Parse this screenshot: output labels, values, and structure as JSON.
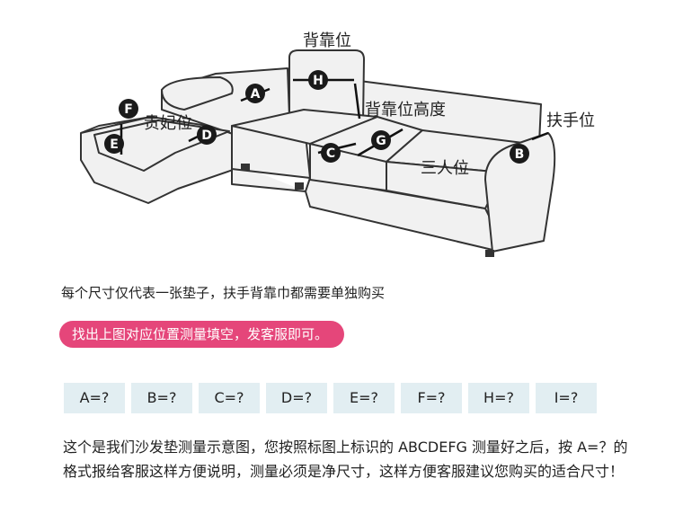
{
  "diagram": {
    "labels": {
      "backrest": "背靠位",
      "backrest_height": "背靠位高度",
      "armrest": "扶手位",
      "chaise": "贵妃位",
      "three_seat": "三人位"
    },
    "markers": [
      "A",
      "B",
      "C",
      "D",
      "E",
      "F",
      "G",
      "H"
    ]
  },
  "notice": "每个尺寸仅代表一张垫子，扶手背靠巾都需要单独购买",
  "banner": "找出上图对应位置测量填空，发客服即可。",
  "fields": [
    "A=?",
    "B=?",
    "C=?",
    "D=?",
    "E=?",
    "F=?",
    "H=?",
    "I=?"
  ],
  "description": "这个是我们沙发垫测量示意图，您按照标图上标识的 ABCDEFG 测量好之后，按 A=？的格式报给客服这样方便说明，测量必须是净尺寸，这样方便客服建议您购买的适合尺寸！",
  "colors": {
    "banner_bg": "#e5467a",
    "cell_bg": "#e2eef2",
    "marker": "#1a1a1a"
  }
}
